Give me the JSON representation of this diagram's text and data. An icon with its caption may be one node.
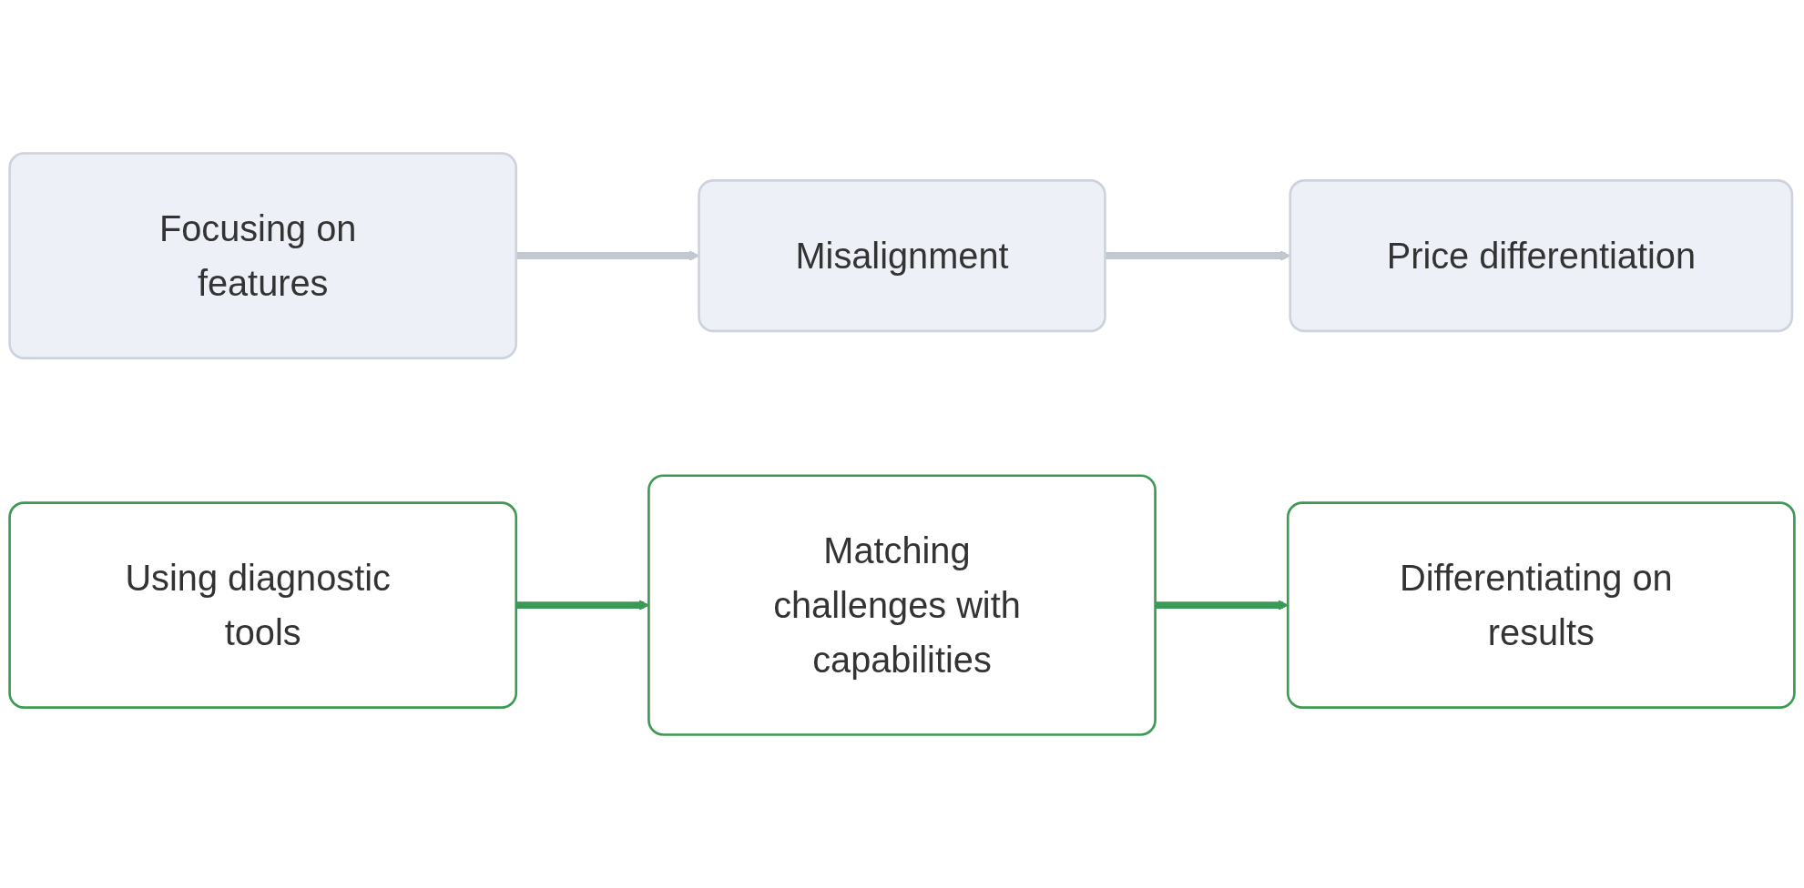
{
  "diagram": {
    "nodes": [
      {
        "text": [
          "Focusing on features"
        ]
      },
      {
        "text": [
          "Misalignment"
        ]
      },
      {
        "text": [
          "Price differentiation"
        ]
      },
      {
        "text": [
          "Using diagnostic tools"
        ]
      },
      {
        "text": [
          "Matching challenges with capabilities"
        ]
      },
      {
        "text": [
          "Differentiating on results"
        ]
      }
    ],
    "edges": [
      {
        "from": 0,
        "to": 1,
        "arrow": "to",
        "color": "#c3c8d0"
      },
      {
        "from": 1,
        "to": 2,
        "arrow": "to",
        "color": "#c3c8d0"
      },
      {
        "from": 3,
        "to": 4,
        "arrow": "to",
        "color": "#3a9a55"
      },
      {
        "from": 4,
        "to": 5,
        "arrow": "to",
        "color": "#3a9a55"
      }
    ]
  }
}
